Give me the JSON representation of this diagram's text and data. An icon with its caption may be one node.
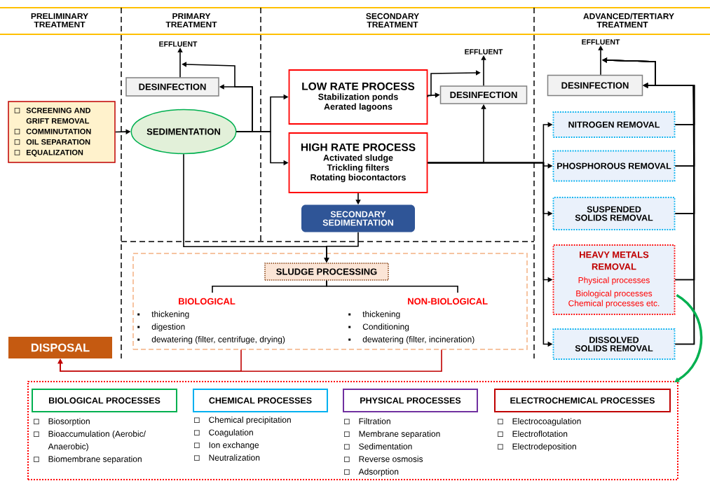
{
  "diagram": {
    "nodes": [
      {
        "text": [
          "SCREENING AND GRIFT REMOVAL",
          "COMMINUTATION",
          "OIL SEPARATION",
          "EQUALIZATION"
        ]
      },
      {
        "text": [
          "DESINFECTION"
        ]
      },
      {
        "text": [
          "EFFLUENT"
        ]
      },
      {
        "text": [
          "SEDIMENTATION"
        ]
      },
      {
        "text": [
          "LOW RATE PROCESS",
          "Stabilization ponds",
          "Aerated lagoons"
        ]
      },
      {
        "text": [
          "HIGH RATE PROCESS",
          "Activated sludge",
          "Trickling filters",
          "Rotating biocontactors"
        ]
      },
      {
        "text": [
          "DESINFECTION"
        ]
      },
      {
        "text": [
          "EFFLUENT"
        ]
      },
      {
        "text": [
          "SECONDARY SEDIMENTATION"
        ]
      },
      {
        "text": [],
        "shape": "box"
      },
      {
        "text": [
          "SLUDGE PROCESSING"
        ],
        "in": 9
      },
      {
        "text": [
          "BIOLOGICAL",
          "thickening",
          "digestion",
          "dewatering (filter, centrifuge, drying)"
        ],
        "in": 9
      },
      {
        "text": [
          "NON-BIOLOGICAL",
          "thickening",
          "Conditioning",
          "dewatering (filter, incineration)"
        ],
        "in": 9
      },
      {
        "text": [
          "DISPOSAL"
        ]
      },
      {
        "text": [
          "EFFLUENT"
        ]
      },
      {
        "text": [
          "DESINFECTION"
        ]
      },
      {
        "text": [
          "NITROGEN REMOVAL"
        ]
      },
      {
        "text": [
          "PHOSPHOROUS REMOVAL"
        ]
      },
      {
        "text": [
          "SUSPENDED SOLIDS REMOVAL"
        ]
      },
      {
        "text": [
          "HEAVY METALS REMOVAL",
          "Physical processes",
          "Biological processes",
          "Chemical processes etc."
        ]
      },
      {
        "text": [
          "DISSOLVED SOLIDS REMOVAL"
        ]
      },
      {
        "text": [
          "Biosorption",
          "Bioaccumulation (Aerobic/ Anaerobic)",
          "Biomembrane separation",
          "Chemical precipitation",
          "Coagulation",
          "Ion exchange",
          "Neutralization",
          "Filtration",
          "Membrane separation",
          "Sedimentation",
          "Reverse osmosis",
          "Adsorption",
          "Electrocoagulation",
          "Electroflotation",
          "Electrodeposition"
        ]
      },
      {
        "text": [
          "BIOLOGICAL PROCESSES"
        ],
        "in": 21
      },
      {
        "text": [
          "CHEMICAL PROCESSES"
        ],
        "in": 21
      },
      {
        "text": [
          "PHYSICAL PROCESSES"
        ],
        "in": 21
      },
      {
        "text": [
          "ELECTROCHEMICAL PROCESSES"
        ],
        "in": 21
      }
    ],
    "edges": [
      {
        "from": 0,
        "to": 3,
        "arrow": "to"
      },
      {
        "from": 3,
        "to": 1,
        "arrow": "to"
      },
      {
        "from": 1,
        "to": 2,
        "arrow": "to"
      },
      {
        "from": 3,
        "to": 2,
        "arrow": "to"
      },
      {
        "from": 3,
        "to": 4,
        "arrow": "to"
      },
      {
        "from": 3,
        "to": 5,
        "arrow": "to"
      },
      {
        "from": 4,
        "to": 6,
        "arrow": "to"
      },
      {
        "from": 4,
        "to": 7,
        "arrow": "to"
      },
      {
        "from": 6,
        "to": 7,
        "arrow": "to"
      },
      {
        "from": 5,
        "to": 6,
        "arrow": "to"
      },
      {
        "from": 5,
        "to": 8,
        "arrow": "to"
      },
      {
        "from": 5,
        "to": 16,
        "arrow": "to"
      },
      {
        "from": 5,
        "to": 17,
        "arrow": "to"
      },
      {
        "from": 5,
        "to": 18,
        "arrow": "to"
      },
      {
        "from": 5,
        "to": 19,
        "arrow": "to"
      },
      {
        "from": 5,
        "to": 20,
        "arrow": "to"
      },
      {
        "from": 16,
        "to": 15,
        "arrow": "to"
      },
      {
        "from": 17,
        "to": 15,
        "arrow": "to"
      },
      {
        "from": 18,
        "to": 15,
        "arrow": "to"
      },
      {
        "from": 19,
        "to": 15,
        "arrow": "to"
      },
      {
        "from": 20,
        "to": 15,
        "arrow": "to"
      },
      {
        "from": 16,
        "to": 14,
        "arrow": "to"
      },
      {
        "from": 17,
        "to": 14,
        "arrow": "to"
      },
      {
        "from": 18,
        "to": 14,
        "arrow": "to"
      },
      {
        "from": 19,
        "to": 14,
        "arrow": "to"
      },
      {
        "from": 20,
        "to": 14,
        "arrow": "to"
      },
      {
        "from": 15,
        "to": 14,
        "arrow": "to"
      },
      {
        "from": 3,
        "to": 10,
        "arrow": "to"
      },
      {
        "from": 8,
        "to": 10,
        "arrow": "to"
      },
      {
        "from": 10,
        "to": 11,
        "arrow": "none"
      },
      {
        "from": 10,
        "to": 12,
        "arrow": "none"
      },
      {
        "from": 11,
        "to": 13,
        "arrow": "to",
        "color": "#c00000"
      },
      {
        "from": 12,
        "to": 13,
        "arrow": "to",
        "color": "#c00000"
      },
      {
        "from": 19,
        "to": 21,
        "arrow": "to",
        "style": "thick",
        "color": "#00b050"
      }
    ],
    "labels": [
      "PRELIMINARY TREATMENT",
      "PRIMARY TREATMENT",
      "SECONDARY TREATMENT",
      "ADVANCED/TERTIARY TREATMENT"
    ]
  }
}
